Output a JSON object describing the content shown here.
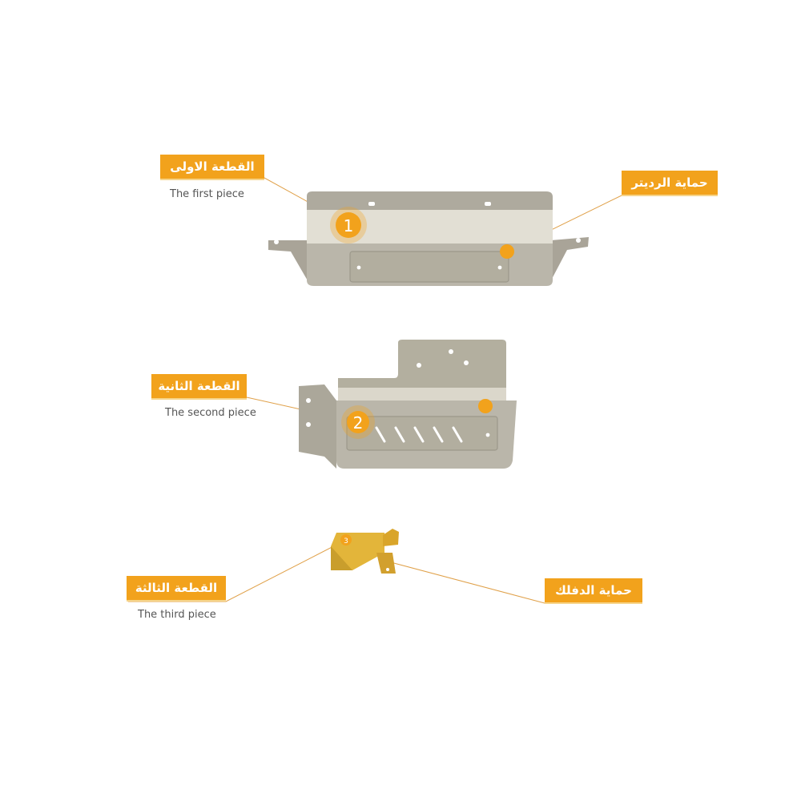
{
  "pieces": [
    {
      "label_ar": "القطعة الاولى",
      "label_en": "The first piece",
      "number": "1"
    },
    {
      "label_ar": "القطعة الثانية",
      "label_en": "The second piece",
      "number": "2"
    },
    {
      "label_ar": "القطعة الثالثة",
      "label_en": "The third piece",
      "number": "3"
    }
  ],
  "parts": [
    {
      "label_ar": "حماية الرديتر"
    },
    {
      "label_ar": "حماية الدفلك"
    }
  ],
  "colors": {
    "accent": "#f2a21c",
    "plate_silver": "#b9b4a8",
    "plate_gold": "#e3b53a",
    "leader_line": "#e0a14a"
  }
}
